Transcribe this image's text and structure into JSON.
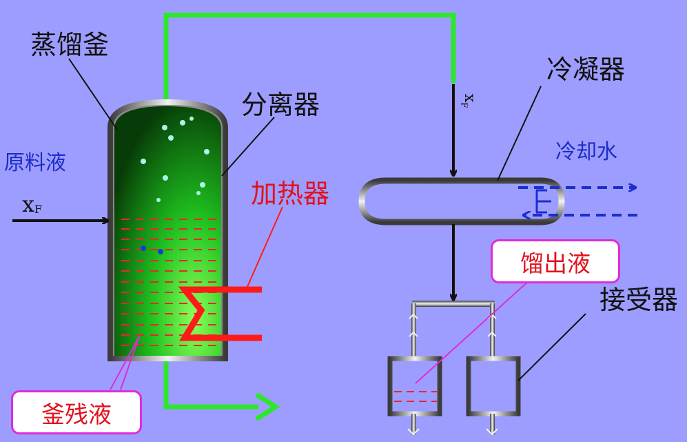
{
  "labels": {
    "still": "蒸馏釜",
    "separator": "分离器",
    "feed": "原料液",
    "heater": "加热器",
    "condenser": "冷凝器",
    "cooling_water": "冷却水",
    "distillate": "馏出液",
    "receiver": "接受器",
    "residue": "釜残液"
  },
  "feed_symbol": {
    "main": "x",
    "sub": "F"
  },
  "vapor_symbol": {
    "main": "x",
    "sub": "F"
  },
  "colors": {
    "background": "#9d9dff",
    "vapor_pipe": "#2ee62e",
    "heater": "#ff1a1a",
    "cooling_water": "#1a2ed1",
    "callout_border": "#e02ad8",
    "label_red": "#e1121e"
  }
}
